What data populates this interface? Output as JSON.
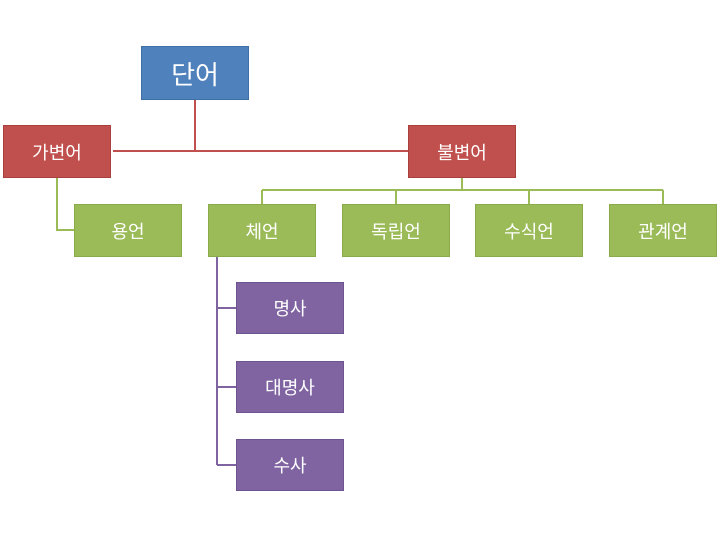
{
  "diagram": {
    "root": {
      "label": "단어"
    },
    "variable": {
      "label": "가변어"
    },
    "invariable": {
      "label": "불변어"
    },
    "yongeon": {
      "label": "용언"
    },
    "cheeon": {
      "label": "체언"
    },
    "dongnibeon": {
      "label": "독립언"
    },
    "susigeon": {
      "label": "수식언"
    },
    "gwangyeeon": {
      "label": "관계언"
    },
    "myeongsa": {
      "label": "명사"
    },
    "daemyeongsa": {
      "label": "대명사"
    },
    "susa": {
      "label": "수사"
    }
  },
  "colors": {
    "root": "#4f81bd",
    "red": "#c0504d",
    "green": "#9bbb59",
    "purple": "#8064a2",
    "red_line": "#c0504d",
    "green_line": "#9bbb59",
    "purple_line": "#8064a2"
  }
}
